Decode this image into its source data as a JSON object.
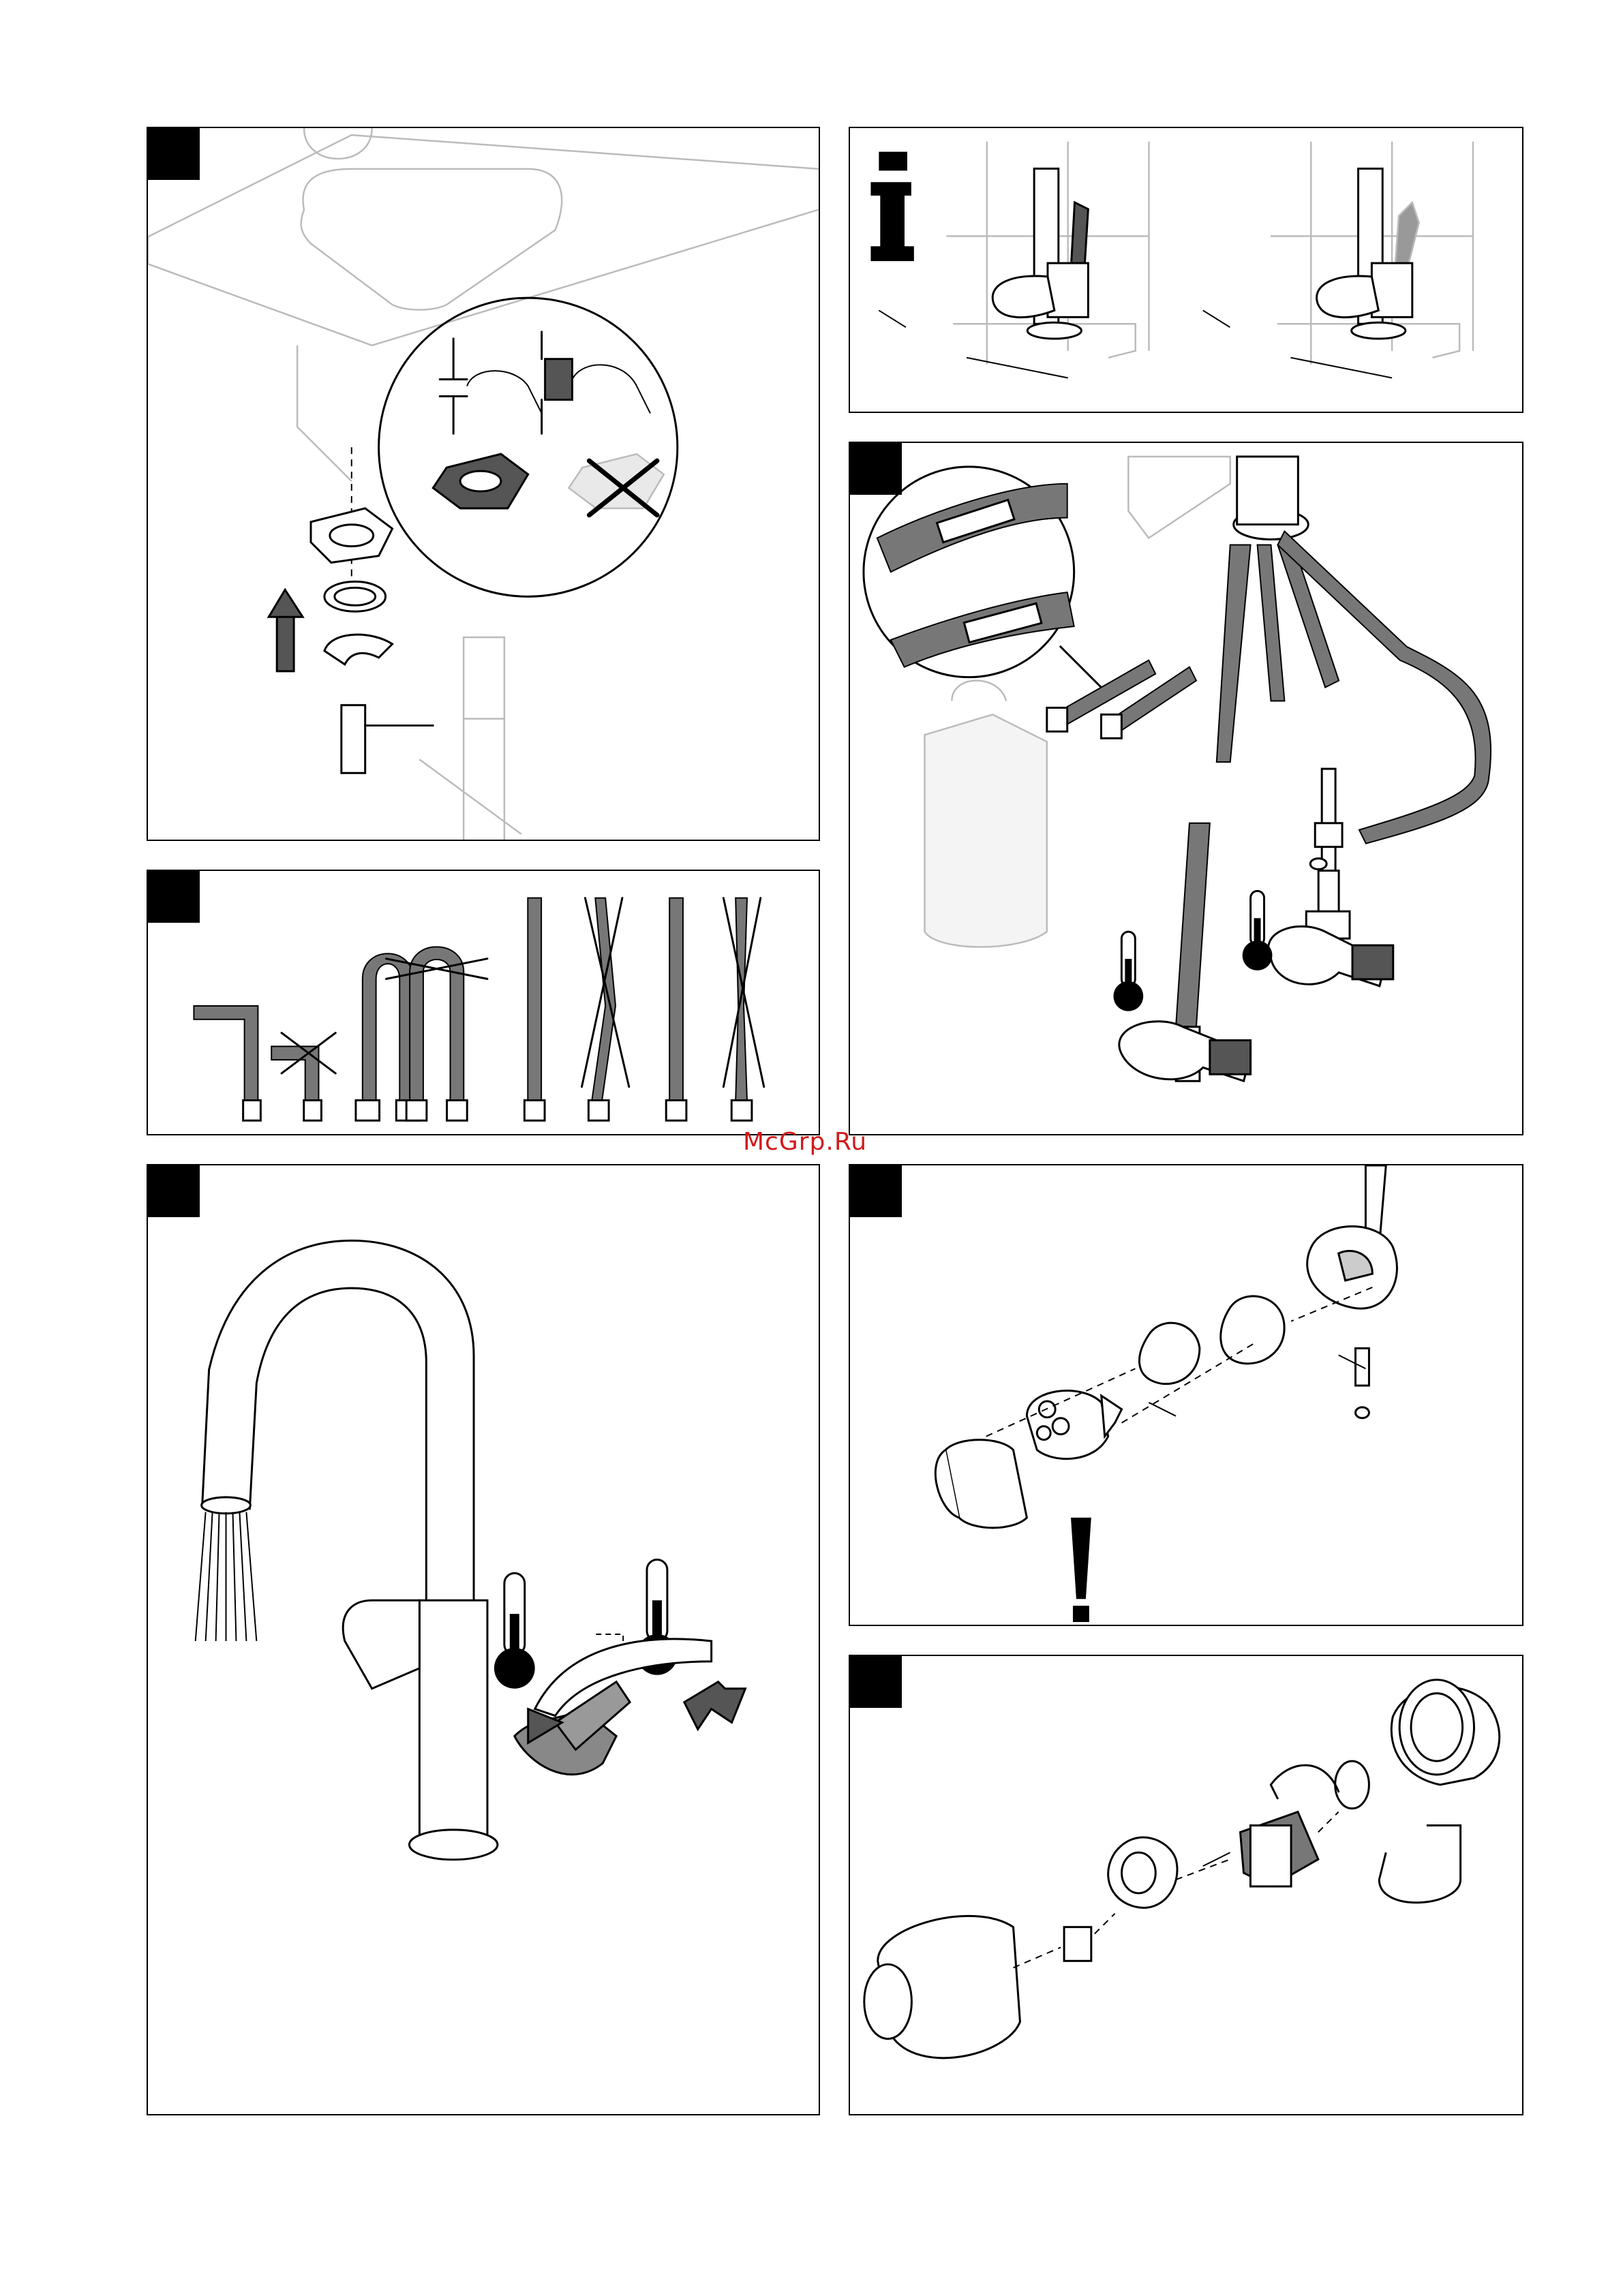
{
  "watermark": "McGrp.Ru",
  "panels": [
    {
      "id": "sink-installation",
      "icon": "info-marker-square"
    },
    {
      "id": "hose-bending-rules",
      "icon": "info-marker-square"
    },
    {
      "id": "info-handle-orientation",
      "icon": "info-i-icon"
    },
    {
      "id": "hose-connections",
      "icon": "info-marker-square"
    },
    {
      "id": "faucet-operation",
      "icon": "info-marker-square"
    },
    {
      "id": "cartridge-exploded",
      "icon": "info-marker-square"
    },
    {
      "id": "valve-head-exploded",
      "icon": "info-marker-square"
    }
  ],
  "icons": [
    "thermometer-icon",
    "warning-exclamation-icon",
    "arrow-up-icon",
    "cross-out-icon",
    "info-i-icon"
  ]
}
